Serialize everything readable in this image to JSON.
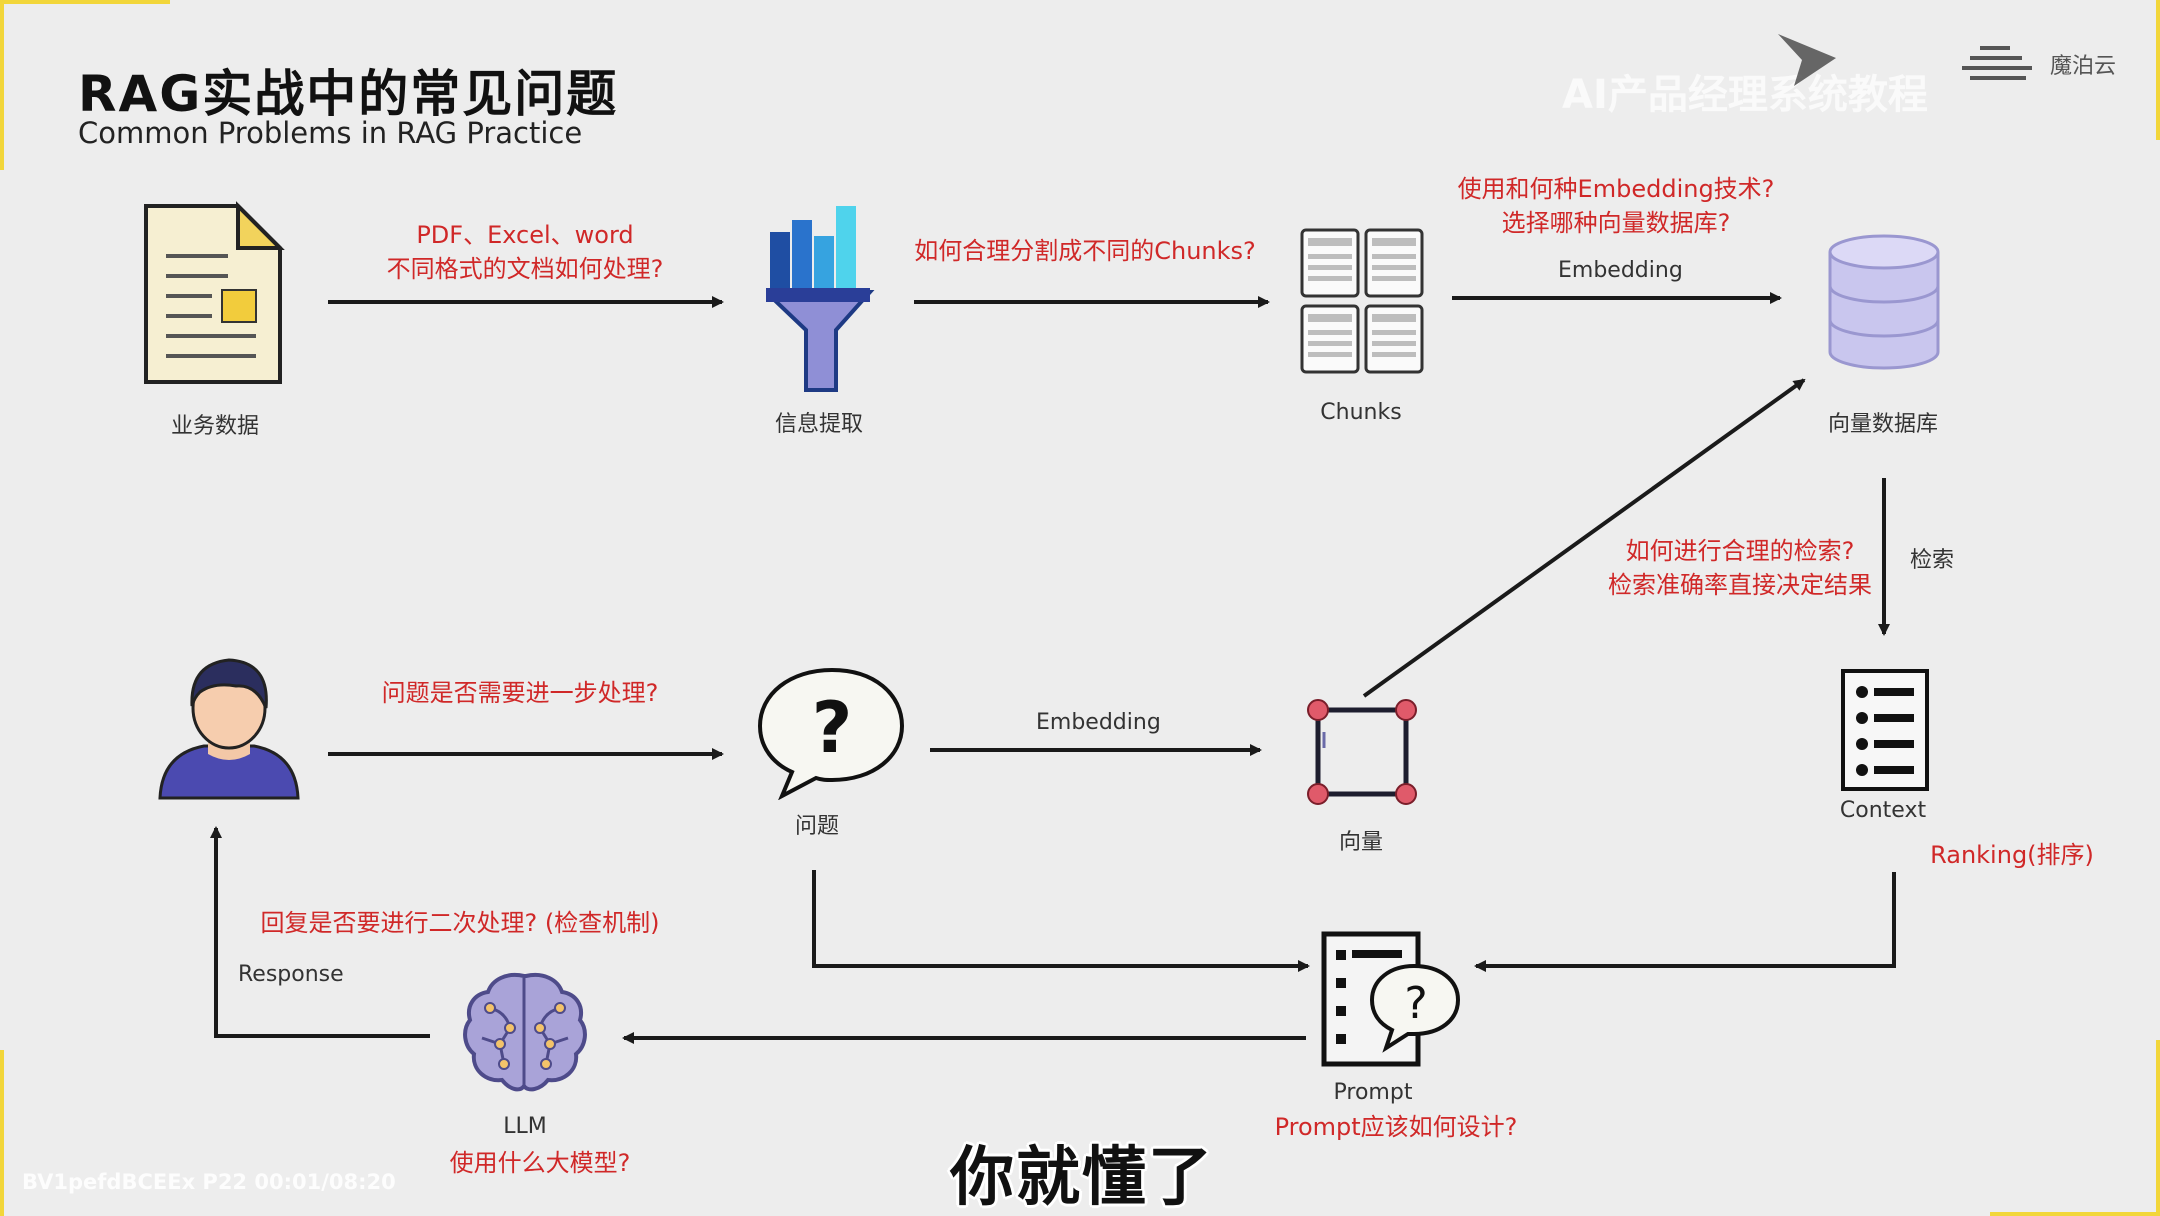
{
  "header": {
    "title_zh": "RAG实战中的常见问题",
    "title_en": "Common Problems in RAG Practice",
    "watermark_top": "AI产品经理系统教程",
    "brand_right": "魔泊云"
  },
  "nodes": {
    "business_data": "业务数据",
    "extraction": "信息提取",
    "chunks": "Chunks",
    "vector_db": "向量数据库",
    "question": "问题",
    "vector": "向量",
    "context": "Context",
    "prompt": "Prompt",
    "llm": "LLM"
  },
  "questions": {
    "formats_line1": "PDF、Excel、word",
    "formats_line2": "不同格式的文档如何处理?",
    "chunking": "如何合理分割成不同的Chunks?",
    "embedding_line1": "使用和何种Embedding技术?",
    "embedding_line2": "选择哪种向量数据库?",
    "retrieval_line1": "如何进行合理的检索?",
    "retrieval_line2": "检索准确率直接决定结果",
    "query_process": "问题是否需要进一步处理?",
    "ranking": "Ranking(排序)",
    "response_check": "回复是否要进行二次处理? (检查机制)",
    "prompt_design": "Prompt应该如何设计?",
    "model_choice": "使用什么大模型?"
  },
  "edge_labels": {
    "embedding_top": "Embedding",
    "embedding_mid": "Embedding",
    "retrieve": "检索",
    "response": "Response"
  },
  "overlay": {
    "subtitle": "你就懂了",
    "video_id": "BV1pefdBCEEx P22 00:01/08:20"
  },
  "colors": {
    "question_red": "#d02828",
    "arrow": "#1a1a1a",
    "accent_purple": "#8f8fd6",
    "frame_yellow": "#f2d63a"
  }
}
